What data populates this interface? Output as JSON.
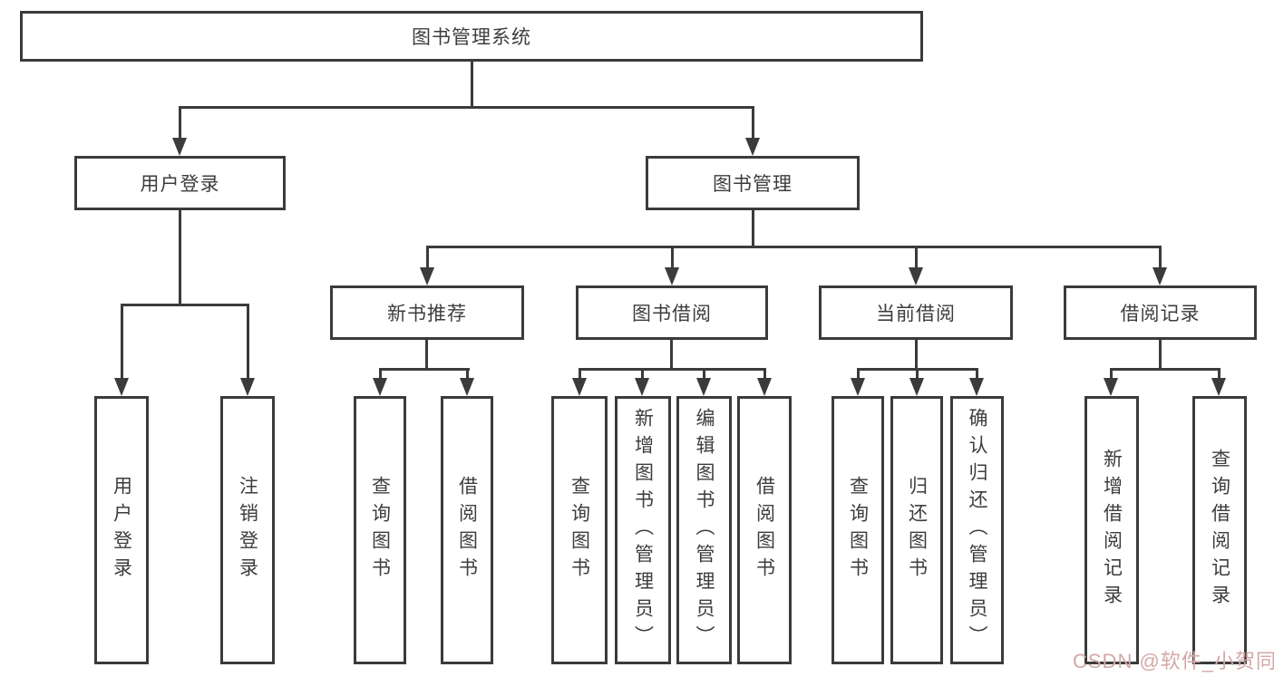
{
  "nodes": {
    "root": "图书管理系统",
    "user_login": "用户登录",
    "book_mgmt": "图书管理",
    "new_book_rec": "新书推荐",
    "book_borrow": "图书借阅",
    "current_borrow": "当前借阅",
    "borrow_record": "借阅记录",
    "leaves": {
      "user_login_1": "用户登录",
      "user_login_2": "注销登录",
      "new_book_1": "查询图书",
      "new_book_2": "借阅图书",
      "borrow_1": "查询图书",
      "borrow_2": "新增图书（管理员）",
      "borrow_3": "编辑图书（管理员）",
      "borrow_4": "借阅图书",
      "current_1": "查询图书",
      "current_2": "归还图书",
      "current_3": "确认归还（管理员）",
      "record_1": "新增借阅记录",
      "record_2": "查询借阅记录"
    }
  },
  "watermark": {
    "text": "CSDN @软件_小贺同学",
    "color": "#d3a8a7"
  },
  "colors": {
    "line": "#3b3b3b",
    "text": "#3d3d3d",
    "background": "#ffffff"
  }
}
